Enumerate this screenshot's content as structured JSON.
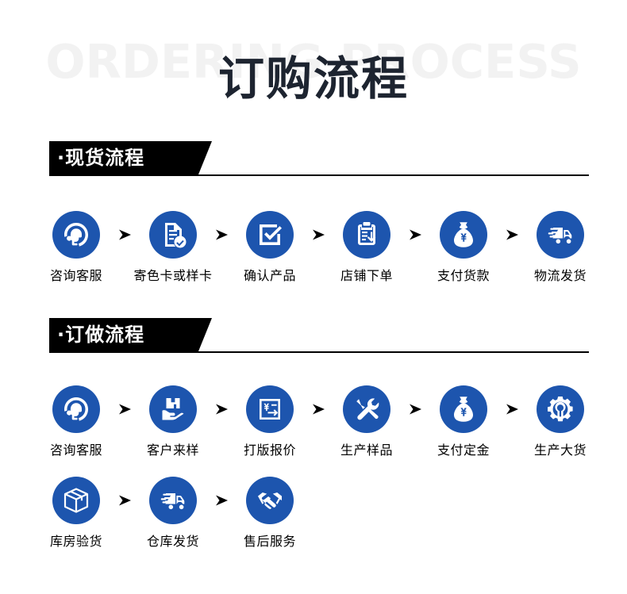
{
  "title": {
    "main": "订购流程",
    "ghost": "ORDERING PROCESS"
  },
  "colors": {
    "badge_blue": "#1d55ae",
    "tag_black": "#000000",
    "ghost_gray": "#f2f2f2",
    "title_dark": "#1d2430"
  },
  "sections": [
    {
      "label": "·现货流程",
      "rows": [
        {
          "steps": [
            {
              "label": "咨询客服",
              "icon": "headset-icon"
            },
            {
              "label": "寄色卡或样卡",
              "icon": "document-check-icon"
            },
            {
              "label": "确认产品",
              "icon": "checkbox-check-icon"
            },
            {
              "label": "店铺下单",
              "icon": "clipboard-download-icon"
            },
            {
              "label": "支付货款",
              "icon": "money-bag-yen-icon"
            },
            {
              "label": "物流发货",
              "icon": "delivery-truck-icon"
            }
          ]
        }
      ]
    },
    {
      "label": "·订做流程",
      "rows": [
        {
          "steps": [
            {
              "label": "咨询客服",
              "icon": "headset-icon"
            },
            {
              "label": "客户来样",
              "icon": "hand-box-icon"
            },
            {
              "label": "打版报价",
              "icon": "quote-yen-icon"
            },
            {
              "label": "生产样品",
              "icon": "wrench-screwdriver-icon"
            },
            {
              "label": "支付定金",
              "icon": "money-bag-yen-icon"
            },
            {
              "label": "生产大货",
              "icon": "gear-wrench-icon"
            }
          ]
        },
        {
          "steps": [
            {
              "label": "库房验货",
              "icon": "package-box-icon"
            },
            {
              "label": "仓库发货",
              "icon": "delivery-truck-icon"
            },
            {
              "label": "售后服务",
              "icon": "handshake-icon"
            }
          ]
        }
      ]
    }
  ]
}
